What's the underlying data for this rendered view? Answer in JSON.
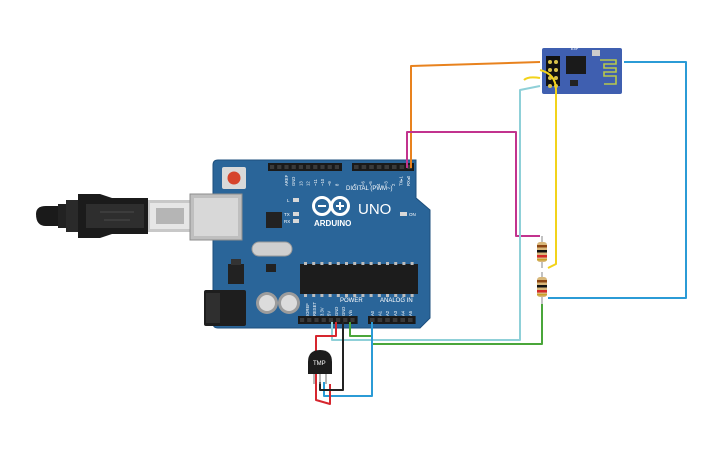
{
  "board": {
    "brand": "ARDUINO",
    "model": "UNO",
    "digital_label": "DIGITAL (PWM~)",
    "power_label": "POWER",
    "analog_label": "ANALOG IN",
    "led_on": "ON",
    "led_l": "L",
    "led_tx": "TX",
    "led_rx": "RX",
    "top_pins": [
      "AREF",
      "GND",
      "13",
      "12",
      "~11",
      "~10",
      "~9",
      "8",
      "7",
      "~6",
      "~5",
      "4",
      "~3",
      "2",
      "TX▸1",
      "RX◂0"
    ],
    "power_pins": [
      "IOREF",
      "RESET",
      "3.3V",
      "5V",
      "GND",
      "GND",
      "Vin"
    ],
    "analog_pins": [
      "A0",
      "A1",
      "A2",
      "A3",
      "A4",
      "A5"
    ]
  },
  "sensor": {
    "label": "TMP"
  },
  "colors": {
    "board": "#2a6599",
    "board_edge": "#1d4f7d",
    "wire_orange": "#e8821e",
    "wire_magenta": "#c2338e",
    "wire_lightblue": "#8fd0d8",
    "wire_yellow": "#f2d31b",
    "wire_blue": "#2b9bd6",
    "wire_green": "#4aa63a",
    "wire_red": "#d6262e",
    "wire_black": "#222222",
    "esp_board": "#3f5fb0"
  }
}
